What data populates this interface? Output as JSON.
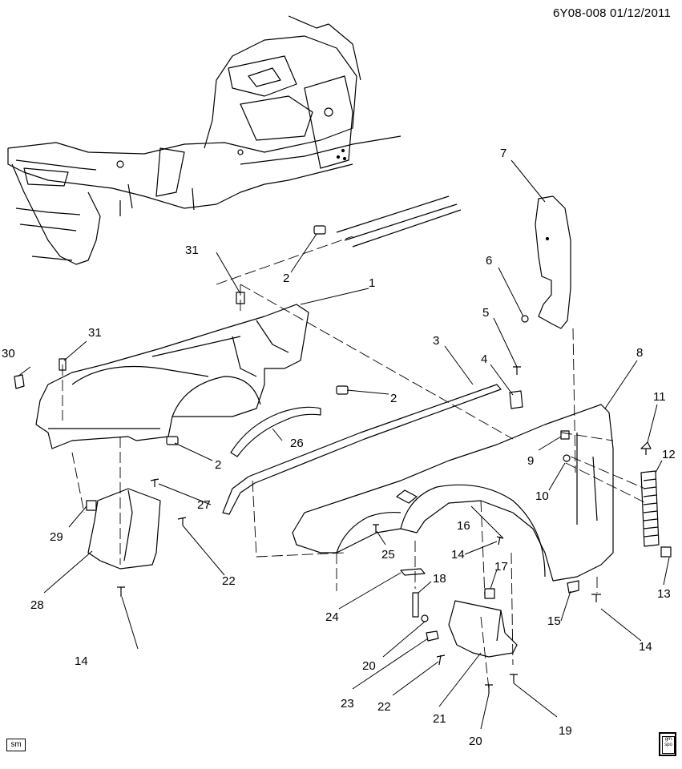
{
  "header": {
    "diagram_code": "6Y08-008",
    "date": "01/12/2011"
  },
  "footer": {
    "sm_label": "sm",
    "logo_text": "gm spo"
  },
  "callouts": [
    {
      "id": "c1",
      "label": "1"
    },
    {
      "id": "c2a",
      "label": "2"
    },
    {
      "id": "c2b",
      "label": "2"
    },
    {
      "id": "c2c",
      "label": "2"
    },
    {
      "id": "c3",
      "label": "3"
    },
    {
      "id": "c4",
      "label": "4"
    },
    {
      "id": "c5",
      "label": "5"
    },
    {
      "id": "c6",
      "label": "6"
    },
    {
      "id": "c7",
      "label": "7"
    },
    {
      "id": "c8",
      "label": "8"
    },
    {
      "id": "c9",
      "label": "9"
    },
    {
      "id": "c10",
      "label": "10"
    },
    {
      "id": "c11",
      "label": "11"
    },
    {
      "id": "c12",
      "label": "12"
    },
    {
      "id": "c13",
      "label": "13"
    },
    {
      "id": "c14a",
      "label": "14"
    },
    {
      "id": "c14b",
      "label": "14"
    },
    {
      "id": "c14c",
      "label": "14"
    },
    {
      "id": "c15",
      "label": "15"
    },
    {
      "id": "c16",
      "label": "16"
    },
    {
      "id": "c17",
      "label": "17"
    },
    {
      "id": "c18",
      "label": "18"
    },
    {
      "id": "c19",
      "label": "19"
    },
    {
      "id": "c20a",
      "label": "20"
    },
    {
      "id": "c20b",
      "label": "20"
    },
    {
      "id": "c21",
      "label": "21"
    },
    {
      "id": "c22a",
      "label": "22"
    },
    {
      "id": "c22b",
      "label": "22"
    },
    {
      "id": "c23",
      "label": "23"
    },
    {
      "id": "c24",
      "label": "24"
    },
    {
      "id": "c25",
      "label": "25"
    },
    {
      "id": "c26",
      "label": "26"
    },
    {
      "id": "c27",
      "label": "27"
    },
    {
      "id": "c28",
      "label": "28"
    },
    {
      "id": "c29",
      "label": "29"
    },
    {
      "id": "c30",
      "label": "30"
    },
    {
      "id": "c31a",
      "label": "31"
    },
    {
      "id": "c31b",
      "label": "31"
    }
  ]
}
